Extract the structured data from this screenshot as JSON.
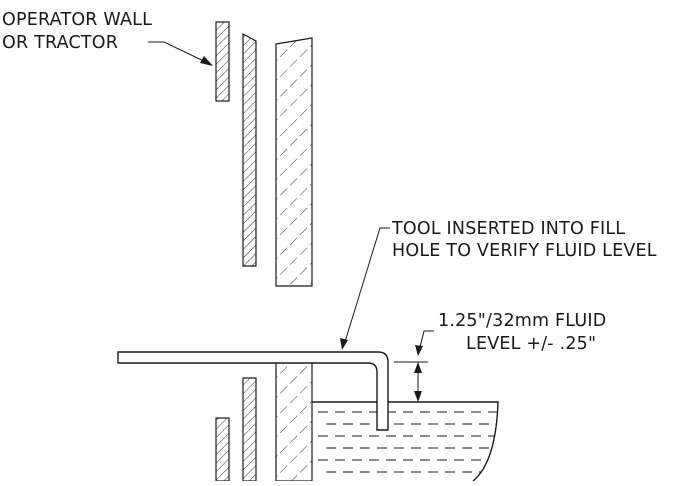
{
  "labels": {
    "operator_line1": "OPERATOR WALL",
    "operator_line2": "OR TRACTOR",
    "tool_line1": "TOOL INSERTED INTO FILL",
    "tool_line2": "HOLE TO VERIFY FLUID LEVEL",
    "fluid_line1": "1.25\"/32mm FLUID",
    "fluid_line2": "LEVEL +/- .25\""
  },
  "colors": {
    "ink": "#1a1a1a",
    "background": "#ffffff"
  }
}
